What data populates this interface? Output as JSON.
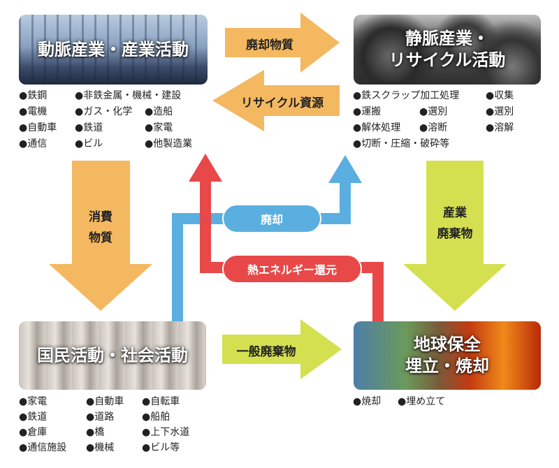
{
  "boxes": {
    "arterial": {
      "title": "動脈産業・産業活動"
    },
    "venous": {
      "title_line1": "静脈産業・",
      "title_line2": "リサイクル活動"
    },
    "citizen": {
      "title": "国民活動・社会活動"
    },
    "earth": {
      "title_line1": "地球保全",
      "title_line2": "埋立・焼却"
    }
  },
  "arrows": {
    "waste_goods": "廃却物質",
    "recycled_resources": "リサイクル資源",
    "consumer_goods_line1": "消費",
    "consumer_goods_line2": "物質",
    "industrial_waste_line1": "産業",
    "industrial_waste_line2": "廃棄物",
    "general_waste": "一般廃棄物",
    "disposal": "廃却",
    "heat_energy_return": "熱エネルギー還元"
  },
  "lists": {
    "arterial": [
      "●鉄鋼",
      "●非鉄金属・機械・建設",
      "●電機",
      "●ガス・化学",
      "●造船",
      "●自動車",
      "●鉄道",
      "●家電",
      "●通信",
      "●ビル",
      "●他製造業"
    ],
    "venous": [
      "●鉄スクラップ加工処理",
      "●収集",
      "●運搬",
      "●選別",
      "●選別",
      "●解体処理",
      "●溶断",
      "●溶解",
      "●切断・圧縮・破砕等"
    ],
    "citizen": [
      "●家電",
      "●自動車",
      "●自転車",
      "●鉄道",
      "●道路",
      "●船舶",
      "●倉庫",
      "●橋",
      "●上下水道",
      "●通信施設",
      "●機械",
      "●ビル等"
    ],
    "earth": [
      "●焼却",
      "●埋め立て"
    ]
  },
  "colors": {
    "orange": "#f4b860",
    "lime": "#d4e050",
    "blue": "#5aafe0",
    "red": "#e84848"
  }
}
